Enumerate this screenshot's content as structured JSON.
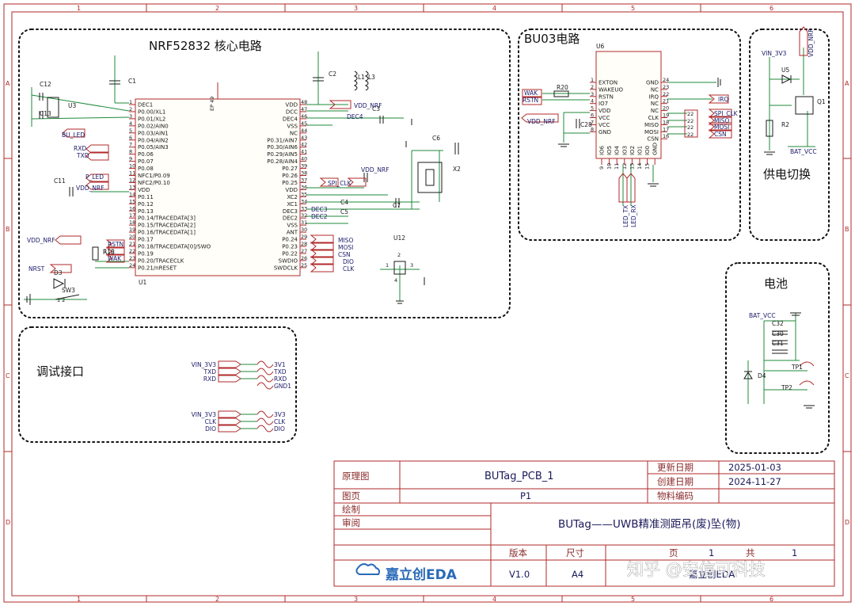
{
  "frame": {
    "column_markers": [
      "1",
      "2",
      "3",
      "4",
      "5",
      "6"
    ],
    "row_markers": [
      "A",
      "B",
      "C",
      "D"
    ]
  },
  "blocks": {
    "core": "NRF52832 核心电路",
    "bu03": "BU03电路",
    "power": "供电切换",
    "battery": "电池",
    "debug": "调试接口"
  },
  "u1": {
    "ref": "U1",
    "ep": "EP 49",
    "left_pins": [
      {
        "n": "1",
        "l": "DEC1"
      },
      {
        "n": "2",
        "l": "P0.00/XL1"
      },
      {
        "n": "3",
        "l": "P0.01/XL2"
      },
      {
        "n": "4",
        "l": "P0.02/AIN0"
      },
      {
        "n": "5",
        "l": "P0.03/AIN1"
      },
      {
        "n": "6",
        "l": "P0.04/AIN2"
      },
      {
        "n": "7",
        "l": "P0.05/AIN3"
      },
      {
        "n": "8",
        "l": "P0.06"
      },
      {
        "n": "9",
        "l": "P0.07"
      },
      {
        "n": "10",
        "l": "P0.08"
      },
      {
        "n": "11",
        "l": "NFC1/P0.09"
      },
      {
        "n": "12",
        "l": "NFC2/P0.10"
      },
      {
        "n": "13",
        "l": "VDD"
      },
      {
        "n": "14",
        "l": "P0.11"
      },
      {
        "n": "15",
        "l": "P0.12"
      },
      {
        "n": "16",
        "l": "P0.13"
      },
      {
        "n": "17",
        "l": "P0.14/TRACEDATA[3]"
      },
      {
        "n": "18",
        "l": "P0.15/TRACEDATA[2]"
      },
      {
        "n": "19",
        "l": "P0.16/TRACEDATA[1]"
      },
      {
        "n": "20",
        "l": "P0.17"
      },
      {
        "n": "21",
        "l": "P0.18/TRACEDATA[0]/SWO"
      },
      {
        "n": "22",
        "l": "P0.19"
      },
      {
        "n": "23",
        "l": "P0.20/TRACECLK"
      },
      {
        "n": "24",
        "l": "P0.21/nRESET"
      }
    ],
    "right_pins": [
      {
        "n": "48",
        "l": "VDD"
      },
      {
        "n": "47",
        "l": "DCC"
      },
      {
        "n": "46",
        "l": "DEC4"
      },
      {
        "n": "45",
        "l": "VSS"
      },
      {
        "n": "44",
        "l": "NC"
      },
      {
        "n": "43",
        "l": "P0.31/AIN7"
      },
      {
        "n": "42",
        "l": "P0.30/AIN6"
      },
      {
        "n": "41",
        "l": "P0.29/AIN5"
      },
      {
        "n": "40",
        "l": "P0.28/AIN4"
      },
      {
        "n": "39",
        "l": "P0.27"
      },
      {
        "n": "38",
        "l": "P0.26"
      },
      {
        "n": "37",
        "l": "P0.25"
      },
      {
        "n": "36",
        "l": "VDD"
      },
      {
        "n": "35",
        "l": "XC2"
      },
      {
        "n": "34",
        "l": "XC1"
      },
      {
        "n": "33",
        "l": "DEC3"
      },
      {
        "n": "32",
        "l": "DEC2"
      },
      {
        "n": "31",
        "l": "VSS"
      },
      {
        "n": "30",
        "l": "ANT"
      },
      {
        "n": "29",
        "l": "P0.24"
      },
      {
        "n": "28",
        "l": "P0.23"
      },
      {
        "n": "27",
        "l": "P0.22"
      },
      {
        "n": "26",
        "l": "SWDIO"
      },
      {
        "n": "25",
        "l": "SWDCLK"
      }
    ]
  },
  "u6": {
    "ref": "U6",
    "left_pins": [
      {
        "n": "1",
        "l": "EXTON"
      },
      {
        "n": "2",
        "l": "WAKEUO"
      },
      {
        "n": "3",
        "l": "RSTN"
      },
      {
        "n": "4",
        "l": "IO7"
      },
      {
        "n": "5",
        "l": "VDD"
      },
      {
        "n": "6",
        "l": "VCC"
      },
      {
        "n": "7",
        "l": "VCC"
      },
      {
        "n": "8",
        "l": "GND"
      }
    ],
    "right_pins": [
      {
        "n": "24",
        "l": "GND"
      },
      {
        "n": "23",
        "l": "NC"
      },
      {
        "n": "22",
        "l": "IRQ"
      },
      {
        "n": "21",
        "l": "NC"
      },
      {
        "n": "20",
        "l": "NC"
      },
      {
        "n": "19",
        "l": "CLK"
      },
      {
        "n": "18",
        "l": "MISO"
      },
      {
        "n": "17",
        "l": "MOSI"
      },
      {
        "n": "16",
        "l": "CSN"
      }
    ],
    "bottom_pins": [
      {
        "n": "9",
        "l": "IO6"
      },
      {
        "n": "10",
        "l": "IO5"
      },
      {
        "n": "11",
        "l": "IO4"
      },
      {
        "n": "12",
        "l": "IO3"
      },
      {
        "n": "13",
        "l": "IO2"
      },
      {
        "n": "14",
        "l": "IO1"
      },
      {
        "n": "15",
        "l": "IO0"
      },
      {
        "n": "",
        "l": "GND"
      }
    ]
  },
  "core_labels": {
    "c1": "C1",
    "c2": "C2",
    "c3": "C3",
    "c4": "C4",
    "c5": "C5",
    "c6": "C6",
    "c7": "C7",
    "c11": "C11",
    "c12": "C12",
    "c13": "C13",
    "l1": "L1",
    "l3": "L3",
    "u3": "U3",
    "x2": "X2",
    "u12": "U12",
    "d3": "D3",
    "sw3": "SW3",
    "r18": "R18",
    "r_dup": "R10",
    "bu_led": "BU_LED",
    "rxd": "RXD",
    "txd": "TXD",
    "p_led": "P_LED",
    "vdd_nrf": "VDD_NRF",
    "vdd_nrf2": "VDD_NRF",
    "vdd_nrf3": "VDD_NRF",
    "rstn": "RSTN",
    "wak": "WAK",
    "nrst": "NRST",
    "dec4": "DEC4",
    "dec3": "DEC3",
    "dec2": "DEC2",
    "spi_clk": "SPI_CLK",
    "miso": "MISO",
    "mosi": "MOSI",
    "csn": "CSN",
    "dio": "DIO",
    "clk": "CLK",
    "sw_pins": "1   2",
    "u12_pins": [
      "1",
      "2",
      "3",
      "4"
    ]
  },
  "bu03_labels": {
    "wak": "WAK",
    "rstn": "RSTN",
    "r20": "R20",
    "vdd_nrf": "VDD_NRF",
    "c28": "C28",
    "irq": "IRQ",
    "spi_clk": "SPI_CLK",
    "miso": "MISO",
    "mosi": "MOSI",
    "csn": "CSN",
    "led_tx": "LED_TX",
    "led_rx": "LED_RX",
    "pin_nums": [
      "22",
      "22",
      "22",
      "22"
    ]
  },
  "power_labels": {
    "vin_3v3": "VIN_3V3",
    "vdd_nrf": "VDD_NRF",
    "u5": "U5",
    "q1": "Q1",
    "r2": "R2",
    "bat_vcc": "BAT_VCC"
  },
  "battery_labels": {
    "bat_vcc": "BAT_VCC",
    "c32": "C32",
    "c30": "C30",
    "c31": "C31",
    "d4": "D4",
    "tp1": "TP1",
    "tp2": "TP2"
  },
  "debug_labels": {
    "group1_nets": [
      "VIN_3V3",
      "TXD",
      "RXD"
    ],
    "group1_pins": [
      "3V1",
      "TXD",
      "RXD",
      "GND1"
    ],
    "group2_nets": [
      "VIN_3V3",
      "CLK",
      "DIO"
    ],
    "group2_pins": [
      "3V3",
      "CLK",
      "DIO"
    ]
  },
  "title_block": {
    "type_label": "原理图",
    "doc_name": "BUTag_PCB_1",
    "updated_label": "更新日期",
    "updated_value": "2025-01-03",
    "created_label": "创建日期",
    "created_value": "2024-11-27",
    "page_label": "图页",
    "page_value": "P1",
    "material_label": "物料编码",
    "drawn_label": "绘制",
    "review_label": "审阅",
    "project_title": "BUTag——UWB精准测距吊(废)坠(物)",
    "version_label": "版本",
    "size_label": "尺寸",
    "page_num_label": "页",
    "page_num": "1",
    "total_label": "共",
    "total": "1",
    "version_value": "V1.0",
    "size_value": "A4",
    "company": "嘉立创EDA",
    "logo_text": "嘉立创EDA",
    "watermark": "知乎 @安信可科技"
  }
}
